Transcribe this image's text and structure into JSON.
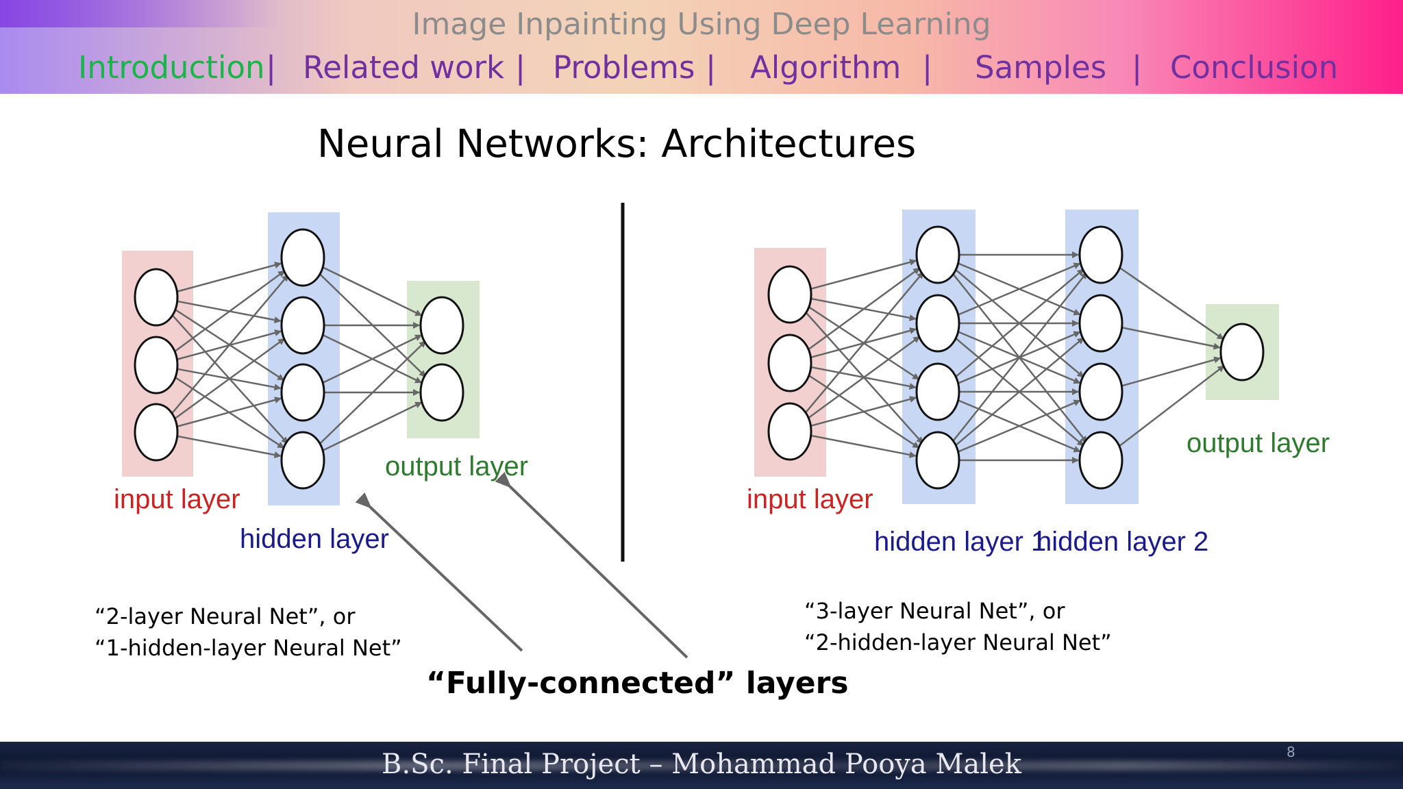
{
  "header": {
    "title": "Image Inpainting Using  Deep Learning",
    "nav": [
      {
        "label": "Introduction",
        "active": true
      },
      {
        "label": "Related work",
        "active": false
      },
      {
        "label": "Problems",
        "active": false
      },
      {
        "label": "Algorithm",
        "active": false
      },
      {
        "label": "Samples",
        "active": false
      },
      {
        "label": "Conclusion",
        "active": false
      }
    ],
    "separator": "|"
  },
  "slide": {
    "title": "Neural Networks: Architectures",
    "left_net": {
      "input_label": "input layer",
      "hidden_label": "hidden layer",
      "output_label": "output layer",
      "caption_line1": "“2-layer Neural Net”, or",
      "caption_line2": "“1-hidden-layer Neural Net”"
    },
    "right_net": {
      "input_label": "input layer",
      "hidden1_label": "hidden layer 1",
      "hidden2_label": "hidden layer 2",
      "output_label": "output layer",
      "caption_line1": "“3-layer Neural Net”, or",
      "caption_line2": "“2-hidden-layer Neural Net”"
    },
    "fully_connected": "“Fully-connected” layers"
  },
  "colors": {
    "input_bg": "#f2d0d0",
    "hidden_bg": "#c8d8f4",
    "output_bg": "#d7e8cf",
    "input_text": "#cc2222",
    "hidden_text": "#1a1a8c",
    "output_text": "#2e7a2e",
    "nav_active": "#18b548",
    "nav_item": "#7030a0"
  },
  "footer": {
    "text": "B.Sc. Final Project – Mohammad Pooya Malek",
    "page": "8"
  }
}
